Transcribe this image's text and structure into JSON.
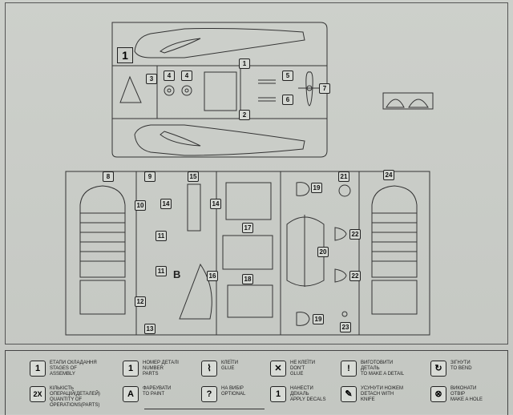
{
  "sprue_label": "1",
  "part_letter": "B",
  "part_numbers": {
    "p1": "1",
    "p2": "2",
    "p3": "3",
    "p4a": "4",
    "p4b": "4",
    "p5": "5",
    "p6": "6",
    "p7": "7",
    "p8": "8",
    "p9": "9",
    "p10": "10",
    "p11a": "11",
    "p11b": "11",
    "p12": "12",
    "p13": "13",
    "p14a": "14",
    "p14b": "14",
    "p15": "15",
    "p16": "16",
    "p17": "17",
    "p18": "18",
    "p19a": "19",
    "p19b": "19",
    "p20": "20",
    "p21": "21",
    "p22a": "22",
    "p22b": "22",
    "p23": "23",
    "p24": "24"
  },
  "legend": [
    {
      "icon": "1",
      "text": "ЕТАПИ СКЛАДАННЯ\nSTAGES OF\nASSEMBLY"
    },
    {
      "icon": "1",
      "text": "НОМЕР ДЕТАЛІ\nNUMBER\nPARTS"
    },
    {
      "icon": "glue-icon",
      "text": "КЛЕЇТИ\nGLUE"
    },
    {
      "icon": "no-glue-icon",
      "text": "НЕ КЛЕЇТИ\nDON'T\nGLUE"
    },
    {
      "icon": "!",
      "text": "ВИГОТОВИТИ\nДЕТАЛЬ\nTO MAKE A DETAIL"
    },
    {
      "icon": "bend-icon",
      "text": "ЗІГНУТИ\nTO BEND"
    },
    {
      "icon": "2X",
      "text": "КІЛЬКІСТЬ\nОПЕРАЦІЙ(ДЕТАЛЕЙ)\nQUANTITY OF\nOPERATIONS(PARTS)"
    },
    {
      "icon": "A",
      "text": "ФАРБУВАТИ\nTO PAINT"
    },
    {
      "icon": "?",
      "text": "НА ВИБІР\nOPTIONAL"
    },
    {
      "icon": "1",
      "text": "НАНЕСТИ\nДЕКАЛЬ\nAPPLY DECALS"
    },
    {
      "icon": "knife-icon",
      "text": "УСУНУТИ НОЖЕМ\nDETACH WITH\nKNIFE"
    },
    {
      "icon": "drill-icon",
      "text": "ВИКОНАТИ\nОТВІР\nMAKE A HOLE"
    }
  ]
}
